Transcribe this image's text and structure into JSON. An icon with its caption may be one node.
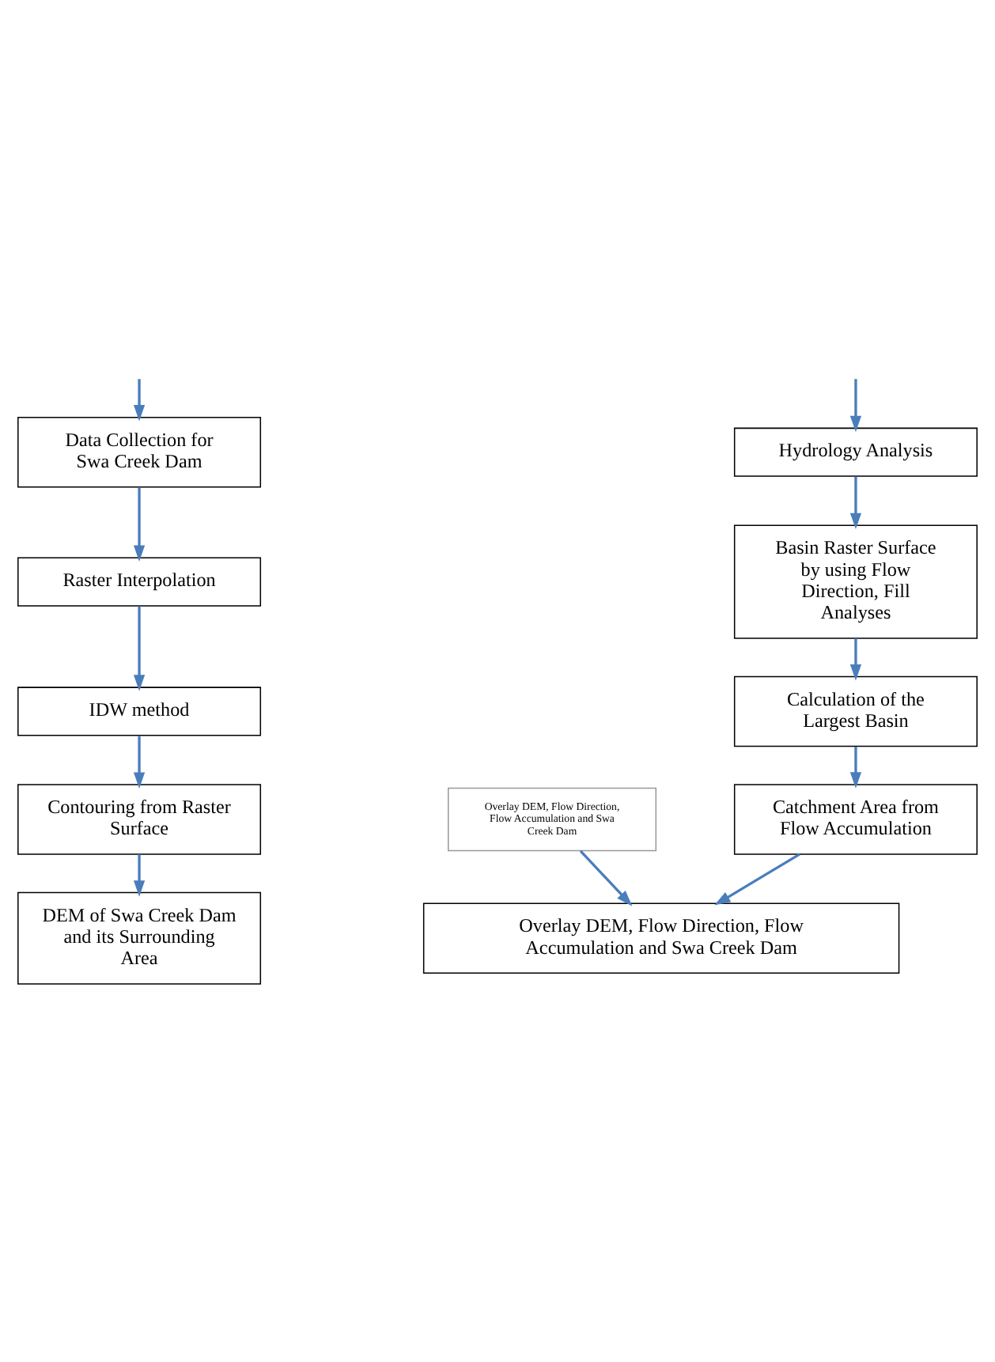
{
  "diagram": {
    "nodes": [
      {
        "text": [
          "Data Collection for Swa Creek Dam"
        ]
      },
      {
        "text": [
          "Hydrology Analysis"
        ]
      },
      {
        "text": [
          "Raster Interpolation"
        ]
      },
      {
        "text": [
          "Basin Raster Surface by using Flow Direction, Fill Analyses"
        ]
      },
      {
        "text": [
          "IDW method"
        ]
      },
      {
        "text": [
          "Calculation of the Largest Basin"
        ]
      },
      {
        "text": [
          "Contouring from Raster Surface"
        ]
      },
      {
        "text": [
          "Catchment Area from Flow Accumulation"
        ]
      },
      {
        "text": [
          "DEM of Swa Creek Dam and its Surrounding Area"
        ]
      },
      {
        "text": [
          "Overlay DEM, Flow Direction, Flow Accumulation and Swa Creek Dam"
        ]
      },
      {
        "text": [
          "Overlay DEM, Flow Direction, Flow Accumulation and Swa Creek Dam"
        ]
      }
    ],
    "edges": [
      {
        "from": null,
        "to": 0,
        "arrow": "to"
      },
      {
        "from": null,
        "to": 1,
        "arrow": "to"
      },
      {
        "from": 0,
        "to": 2,
        "arrow": "to"
      },
      {
        "from": 2,
        "to": 4,
        "arrow": "to"
      },
      {
        "from": 4,
        "to": 6,
        "arrow": "to"
      },
      {
        "from": 6,
        "to": 8,
        "arrow": "to"
      },
      {
        "from": 9,
        "to": 10,
        "arrow": "to"
      },
      {
        "from": 1,
        "to": 3,
        "arrow": "to"
      },
      {
        "from": 3,
        "to": 5,
        "arrow": "to"
      },
      {
        "from": 5,
        "to": 7,
        "arrow": "to"
      },
      {
        "from": 7,
        "to": 10,
        "arrow": "to"
      }
    ]
  }
}
